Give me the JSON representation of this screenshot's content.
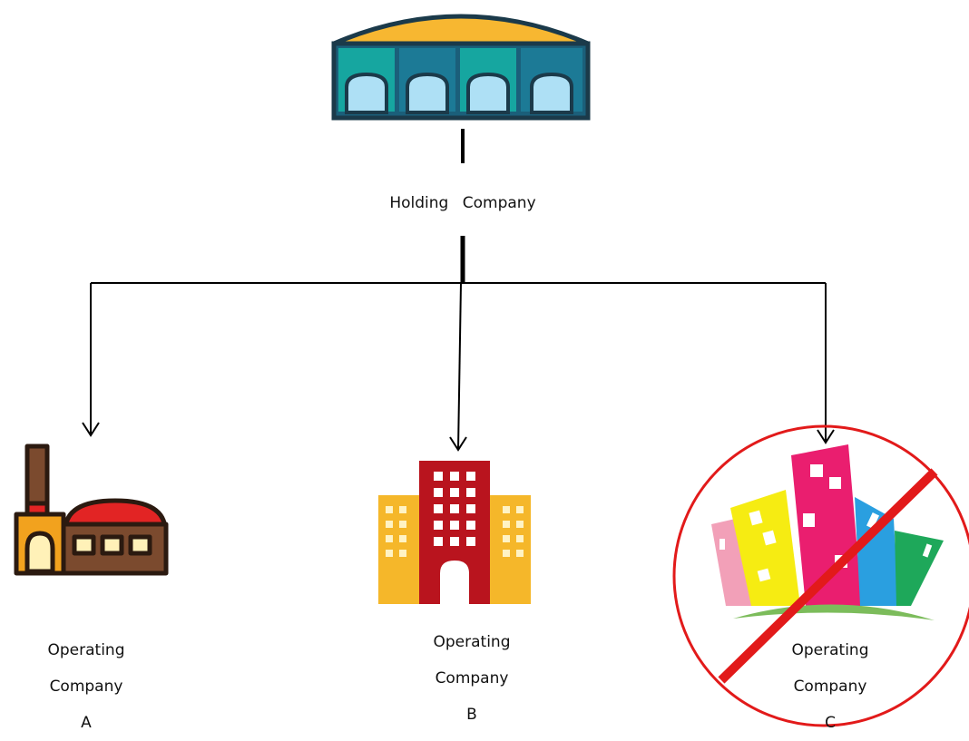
{
  "holding": {
    "label": "Holding Company"
  },
  "operating": [
    {
      "line1": "Operating",
      "line2": "Company",
      "line3": "A",
      "status": "active"
    },
    {
      "line1": "Operating",
      "line2": "Company",
      "line3": "B",
      "status": "active"
    },
    {
      "line1": "Operating",
      "line2": "Company",
      "line3": "C",
      "status": "prohibited"
    }
  ],
  "colors": {
    "connector": "#000000",
    "prohibited": "#e21a1a",
    "bank_roof": "#f7b731",
    "bank_body": "#1b5f7a",
    "factory_body": "#7b4a2e",
    "factory_roof": "#e22424",
    "tower_red": "#b9141e",
    "tower_yellow": "#f2a21e"
  }
}
